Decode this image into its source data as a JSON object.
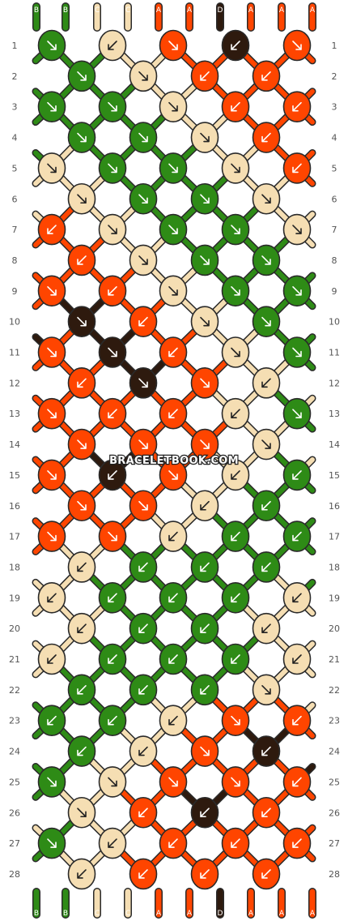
{
  "pattern": {
    "watermark": "BRACELETBOOK.COM",
    "strand_labels_top": [
      "B",
      "B",
      "C",
      "C",
      "A",
      "A",
      "D",
      "A",
      "A",
      "A"
    ],
    "strand_labels_bottom": [
      "B",
      "B",
      "C",
      "C",
      "A",
      "A",
      "D",
      "A",
      "A",
      "A"
    ],
    "row_numbers": [
      "1",
      "2",
      "3",
      "4",
      "5",
      "6",
      "7",
      "8",
      "9",
      "10",
      "11",
      "12",
      "13",
      "14",
      "15",
      "16",
      "17",
      "18",
      "19",
      "20",
      "21",
      "22",
      "23",
      "24",
      "25",
      "26",
      "27",
      "28"
    ],
    "colors": {
      "A": "#ff4500",
      "B": "#2e8b16",
      "C": "#f5deb3",
      "D": "#2e1a0e"
    },
    "knot_rows": [
      [
        {
          "c": "B",
          "d": "se"
        },
        {
          "c": "C",
          "d": "sw"
        },
        {
          "c": "A",
          "d": "se"
        },
        {
          "c": "D",
          "d": "sw"
        },
        {
          "c": "A",
          "d": "se"
        }
      ],
      [
        {
          "c": "B",
          "d": "se"
        },
        {
          "c": "C",
          "d": "se"
        },
        {
          "c": "A",
          "d": "sw"
        },
        {
          "c": "A",
          "d": "sw"
        }
      ],
      [
        {
          "c": "B",
          "d": "se"
        },
        {
          "c": "B",
          "d": "se"
        },
        {
          "c": "C",
          "d": "se"
        },
        {
          "c": "A",
          "d": "sw"
        },
        {
          "c": "A",
          "d": "sw"
        }
      ],
      [
        {
          "c": "B",
          "d": "se"
        },
        {
          "c": "B",
          "d": "se"
        },
        {
          "c": "C",
          "d": "se"
        },
        {
          "c": "A",
          "d": "sw"
        }
      ],
      [
        {
          "c": "C",
          "d": "se"
        },
        {
          "c": "B",
          "d": "se"
        },
        {
          "c": "B",
          "d": "se"
        },
        {
          "c": "C",
          "d": "se"
        },
        {
          "c": "A",
          "d": "sw"
        }
      ],
      [
        {
          "c": "C",
          "d": "se"
        },
        {
          "c": "B",
          "d": "se"
        },
        {
          "c": "B",
          "d": "se"
        },
        {
          "c": "C",
          "d": "se"
        }
      ],
      [
        {
          "c": "A",
          "d": "sw"
        },
        {
          "c": "C",
          "d": "se"
        },
        {
          "c": "B",
          "d": "se"
        },
        {
          "c": "B",
          "d": "se"
        },
        {
          "c": "C",
          "d": "se"
        }
      ],
      [
        {
          "c": "A",
          "d": "sw"
        },
        {
          "c": "C",
          "d": "se"
        },
        {
          "c": "B",
          "d": "se"
        },
        {
          "c": "B",
          "d": "se"
        }
      ],
      [
        {
          "c": "A",
          "d": "se"
        },
        {
          "c": "A",
          "d": "sw"
        },
        {
          "c": "C",
          "d": "se"
        },
        {
          "c": "B",
          "d": "se"
        },
        {
          "c": "B",
          "d": "se"
        }
      ],
      [
        {
          "c": "D",
          "d": "se"
        },
        {
          "c": "A",
          "d": "sw"
        },
        {
          "c": "C",
          "d": "se"
        },
        {
          "c": "B",
          "d": "se"
        }
      ],
      [
        {
          "c": "A",
          "d": "se"
        },
        {
          "c": "D",
          "d": "se"
        },
        {
          "c": "A",
          "d": "sw"
        },
        {
          "c": "C",
          "d": "se"
        },
        {
          "c": "B",
          "d": "se"
        }
      ],
      [
        {
          "c": "A",
          "d": "sw"
        },
        {
          "c": "D",
          "d": "se"
        },
        {
          "c": "A",
          "d": "se"
        },
        {
          "c": "C",
          "d": "sw"
        }
      ],
      [
        {
          "c": "A",
          "d": "se"
        },
        {
          "c": "A",
          "d": "sw"
        },
        {
          "c": "A",
          "d": "sw"
        },
        {
          "c": "C",
          "d": "sw"
        },
        {
          "c": "B",
          "d": "se"
        }
      ],
      [
        {
          "c": "A",
          "d": "se"
        },
        {
          "c": "A",
          "d": "se"
        },
        {
          "c": "A",
          "d": "se"
        },
        {
          "c": "C",
          "d": "se"
        }
      ],
      [
        {
          "c": "A",
          "d": "se"
        },
        {
          "c": "D",
          "d": "sw"
        },
        {
          "c": "A",
          "d": "se"
        },
        {
          "c": "C",
          "d": "sw"
        },
        {
          "c": "B",
          "d": "sw"
        }
      ],
      [
        {
          "c": "A",
          "d": "se"
        },
        {
          "c": "A",
          "d": "se"
        },
        {
          "c": "C",
          "d": "sw"
        },
        {
          "c": "B",
          "d": "sw"
        }
      ],
      [
        {
          "c": "A",
          "d": "se"
        },
        {
          "c": "A",
          "d": "se"
        },
        {
          "c": "C",
          "d": "sw"
        },
        {
          "c": "B",
          "d": "sw"
        },
        {
          "c": "B",
          "d": "sw"
        }
      ],
      [
        {
          "c": "C",
          "d": "sw"
        },
        {
          "c": "B",
          "d": "sw"
        },
        {
          "c": "B",
          "d": "sw"
        },
        {
          "c": "B",
          "d": "sw"
        }
      ],
      [
        {
          "c": "C",
          "d": "sw"
        },
        {
          "c": "B",
          "d": "sw"
        },
        {
          "c": "B",
          "d": "sw"
        },
        {
          "c": "B",
          "d": "sw"
        },
        {
          "c": "C",
          "d": "sw"
        }
      ],
      [
        {
          "c": "C",
          "d": "sw"
        },
        {
          "c": "B",
          "d": "sw"
        },
        {
          "c": "B",
          "d": "sw"
        },
        {
          "c": "C",
          "d": "sw"
        }
      ],
      [
        {
          "c": "C",
          "d": "sw"
        },
        {
          "c": "B",
          "d": "sw"
        },
        {
          "c": "B",
          "d": "sw"
        },
        {
          "c": "B",
          "d": "sw"
        },
        {
          "c": "C",
          "d": "sw"
        }
      ],
      [
        {
          "c": "B",
          "d": "sw"
        },
        {
          "c": "B",
          "d": "sw"
        },
        {
          "c": "B",
          "d": "sw"
        },
        {
          "c": "C",
          "d": "se"
        }
      ],
      [
        {
          "c": "B",
          "d": "sw"
        },
        {
          "c": "B",
          "d": "sw"
        },
        {
          "c": "C",
          "d": "sw"
        },
        {
          "c": "A",
          "d": "se"
        },
        {
          "c": "A",
          "d": "sw"
        }
      ],
      [
        {
          "c": "B",
          "d": "sw"
        },
        {
          "c": "C",
          "d": "sw"
        },
        {
          "c": "A",
          "d": "se"
        },
        {
          "c": "D",
          "d": "sw"
        }
      ],
      [
        {
          "c": "B",
          "d": "se"
        },
        {
          "c": "C",
          "d": "se"
        },
        {
          "c": "A",
          "d": "se"
        },
        {
          "c": "A",
          "d": "se"
        },
        {
          "c": "A",
          "d": "sw"
        }
      ],
      [
        {
          "c": "C",
          "d": "se"
        },
        {
          "c": "A",
          "d": "sw"
        },
        {
          "c": "D",
          "d": "sw"
        },
        {
          "c": "A",
          "d": "sw"
        }
      ],
      [
        {
          "c": "B",
          "d": "se"
        },
        {
          "c": "C",
          "d": "sw"
        },
        {
          "c": "A",
          "d": "sw"
        },
        {
          "c": "A",
          "d": "sw"
        },
        {
          "c": "A",
          "d": "sw"
        }
      ],
      [
        {
          "c": "C",
          "d": "sw"
        },
        {
          "c": "A",
          "d": "sw"
        },
        {
          "c": "A",
          "d": "sw"
        },
        {
          "c": "A",
          "d": "sw"
        }
      ]
    ]
  }
}
